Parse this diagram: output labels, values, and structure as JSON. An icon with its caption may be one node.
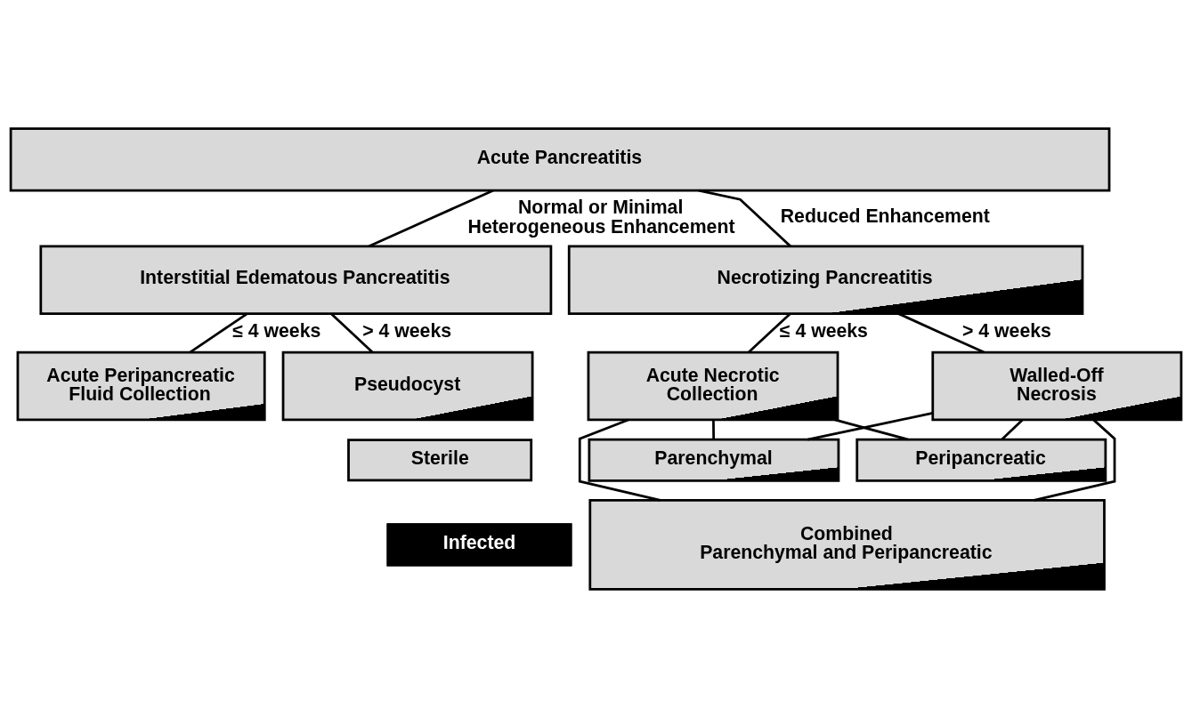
{
  "diagram": {
    "nodes": [
      {
        "text": [
          "Acute Pancreatitis"
        ]
      },
      {
        "text": [
          "Interstitial Edematous Pancreatitis"
        ]
      },
      {
        "text": [
          "Necrotizing Pancreatitis"
        ]
      },
      {
        "text": [
          "Acute Peripancreatic Fluid Collection"
        ]
      },
      {
        "text": [
          "Pseudocyst"
        ]
      },
      {
        "text": [
          "Acute Necrotic Collection"
        ]
      },
      {
        "text": [
          "Walled-Off Necrosis"
        ]
      },
      {
        "text": [
          "Parenchymal"
        ]
      },
      {
        "text": [
          "Peripancreatic"
        ]
      },
      {
        "text": [
          "Combined Parenchymal and Peripancreatic"
        ]
      }
    ],
    "edges": [
      {
        "from": 0,
        "to": 1,
        "arrow": "none",
        "label": "Normal or Minimal Heterogeneous Enhancement"
      },
      {
        "from": 0,
        "to": 2,
        "arrow": "none",
        "label": "Reduced Enhancement"
      },
      {
        "from": 1,
        "to": 3,
        "arrow": "none",
        "label": "≤ 4 weeks"
      },
      {
        "from": 1,
        "to": 4,
        "arrow": "none",
        "label": "> 4 weeks"
      },
      {
        "from": 2,
        "to": 5,
        "arrow": "none",
        "label": "≤ 4 weeks"
      },
      {
        "from": 2,
        "to": 6,
        "arrow": "none",
        "label": "> 4 weeks"
      },
      {
        "from": 5,
        "to": 7,
        "arrow": "none"
      },
      {
        "from": 5,
        "to": 9,
        "arrow": "none"
      },
      {
        "from": 5,
        "to": 8,
        "arrow": "none"
      },
      {
        "from": 6,
        "to": 7,
        "arrow": "none"
      },
      {
        "from": 6,
        "to": 9,
        "arrow": "none"
      },
      {
        "from": 6,
        "to": 8,
        "arrow": "none"
      }
    ],
    "legend": [
      {
        "text": "Sterile",
        "color": "#d9d9d9"
      },
      {
        "text": "Infected",
        "color": "#000000"
      }
    ]
  }
}
